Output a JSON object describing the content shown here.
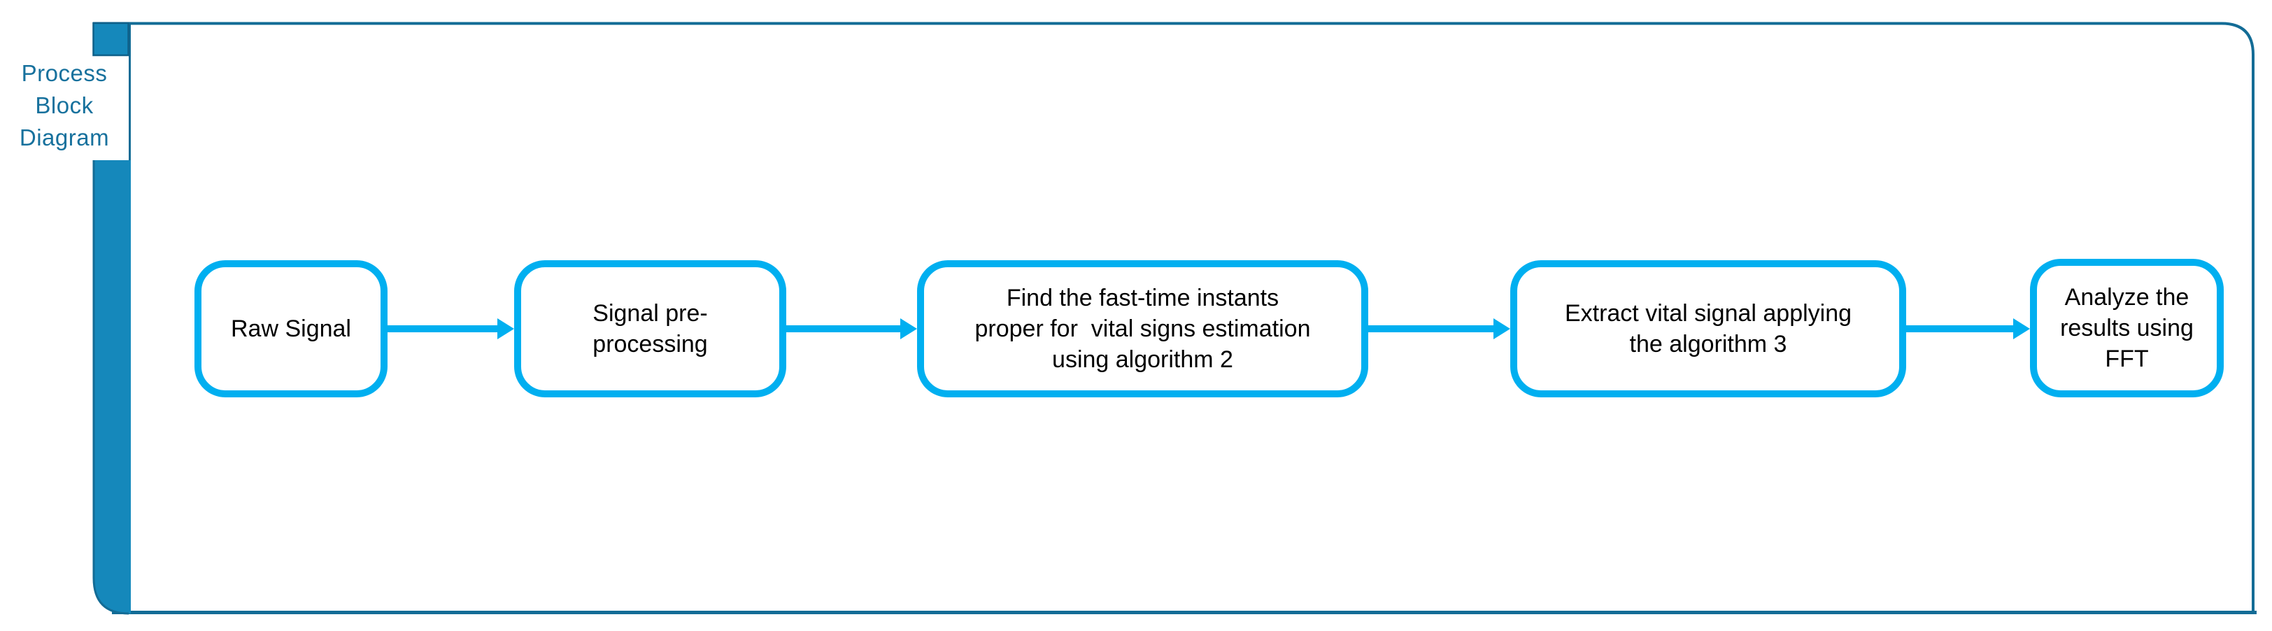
{
  "frame": {
    "title_lines": [
      "Process",
      "Block",
      "Diagram"
    ],
    "colors": {
      "frame_line": "#136C96",
      "spine_fill": "#1588BB",
      "node_accent": "#00AFF0",
      "title_text": "#17719D",
      "node_text": "#000000",
      "background": "#FFFFFF"
    }
  },
  "flow": {
    "steps": [
      {
        "id": "raw-signal",
        "label": [
          "Raw Signal"
        ]
      },
      {
        "id": "signal-pre-processing",
        "label": [
          "Signal pre-",
          "processing"
        ]
      },
      {
        "id": "find-fast-time-instants",
        "label": [
          "Find the fast-time instants",
          "proper for  vital signs estimation",
          "using algorithm 2"
        ]
      },
      {
        "id": "extract-vital-signal",
        "label": [
          "Extract vital signal applying",
          "the algorithm 3"
        ]
      },
      {
        "id": "analyze-results-fft",
        "label": [
          "Analyze the",
          "results using",
          "FFT"
        ]
      }
    ],
    "connections": [
      {
        "from": "raw-signal",
        "to": "signal-pre-processing"
      },
      {
        "from": "signal-pre-processing",
        "to": "find-fast-time-instants"
      },
      {
        "from": "find-fast-time-instants",
        "to": "extract-vital-signal"
      },
      {
        "from": "extract-vital-signal",
        "to": "analyze-results-fft"
      }
    ]
  }
}
